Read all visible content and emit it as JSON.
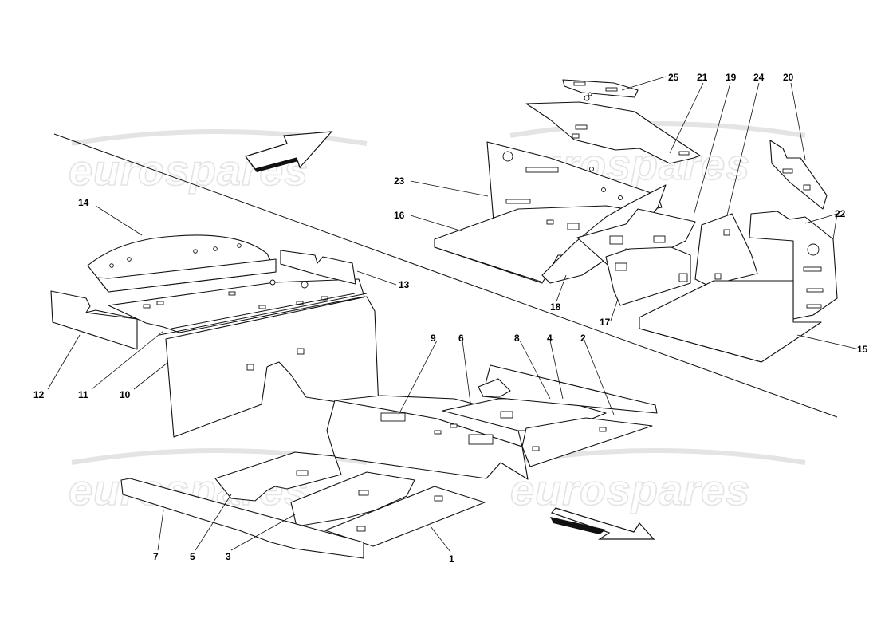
{
  "watermark": {
    "text": "eurospares",
    "color": "#e4e4e4"
  },
  "callouts": {
    "c1": "1",
    "c2": "2",
    "c3": "3",
    "c4": "4",
    "c5": "5",
    "c6": "6",
    "c7": "7",
    "c8": "8",
    "c9": "9",
    "c10": "10",
    "c11": "11",
    "c12": "12",
    "c13": "13",
    "c14": "14",
    "c15": "15",
    "c16": "16",
    "c17": "17",
    "c18": "18",
    "c19": "19",
    "c20": "20",
    "c21": "21",
    "c22": "22",
    "c23": "23",
    "c24": "24",
    "c25": "25"
  },
  "direction_arrows": [
    "front-direction-arrow",
    "rear-direction-arrow"
  ]
}
